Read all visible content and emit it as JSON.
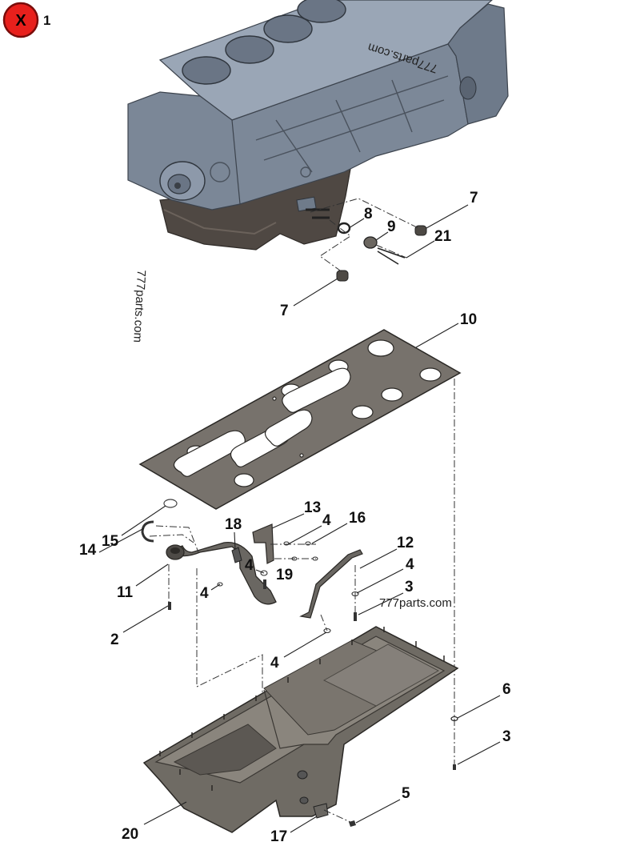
{
  "header": {
    "close_badge_label": "X",
    "page_number": "1"
  },
  "watermarks": [
    "777parts.com",
    "777parts.com",
    "777parts.com"
  ],
  "callouts": {
    "c1": "7",
    "c2": "8",
    "c3": "9",
    "c4": "21",
    "c5": "7",
    "c6": "10",
    "c7": "13",
    "c8": "16",
    "c9": "18",
    "c10": "4",
    "c11": "15",
    "c12": "14",
    "c13": "11",
    "c14": "4",
    "c15": "19",
    "c16": "12",
    "c17": "4",
    "c18": "4",
    "c19": "3",
    "c20": "2",
    "c21": "4",
    "c22": "6",
    "c23": "3",
    "c24": "5",
    "c25": "20",
    "c26": "17"
  },
  "colors": {
    "badge_fill": "#e8201c",
    "engine_block": "#8d9aab",
    "engine_shadow": "#5e6978",
    "gasket": "#77726c",
    "oil_pan": "#6f6b64",
    "oil_pan_dark": "#4d4a45",
    "tube": "#6a6762"
  },
  "icons": {
    "close_badge": "close-x-icon"
  }
}
